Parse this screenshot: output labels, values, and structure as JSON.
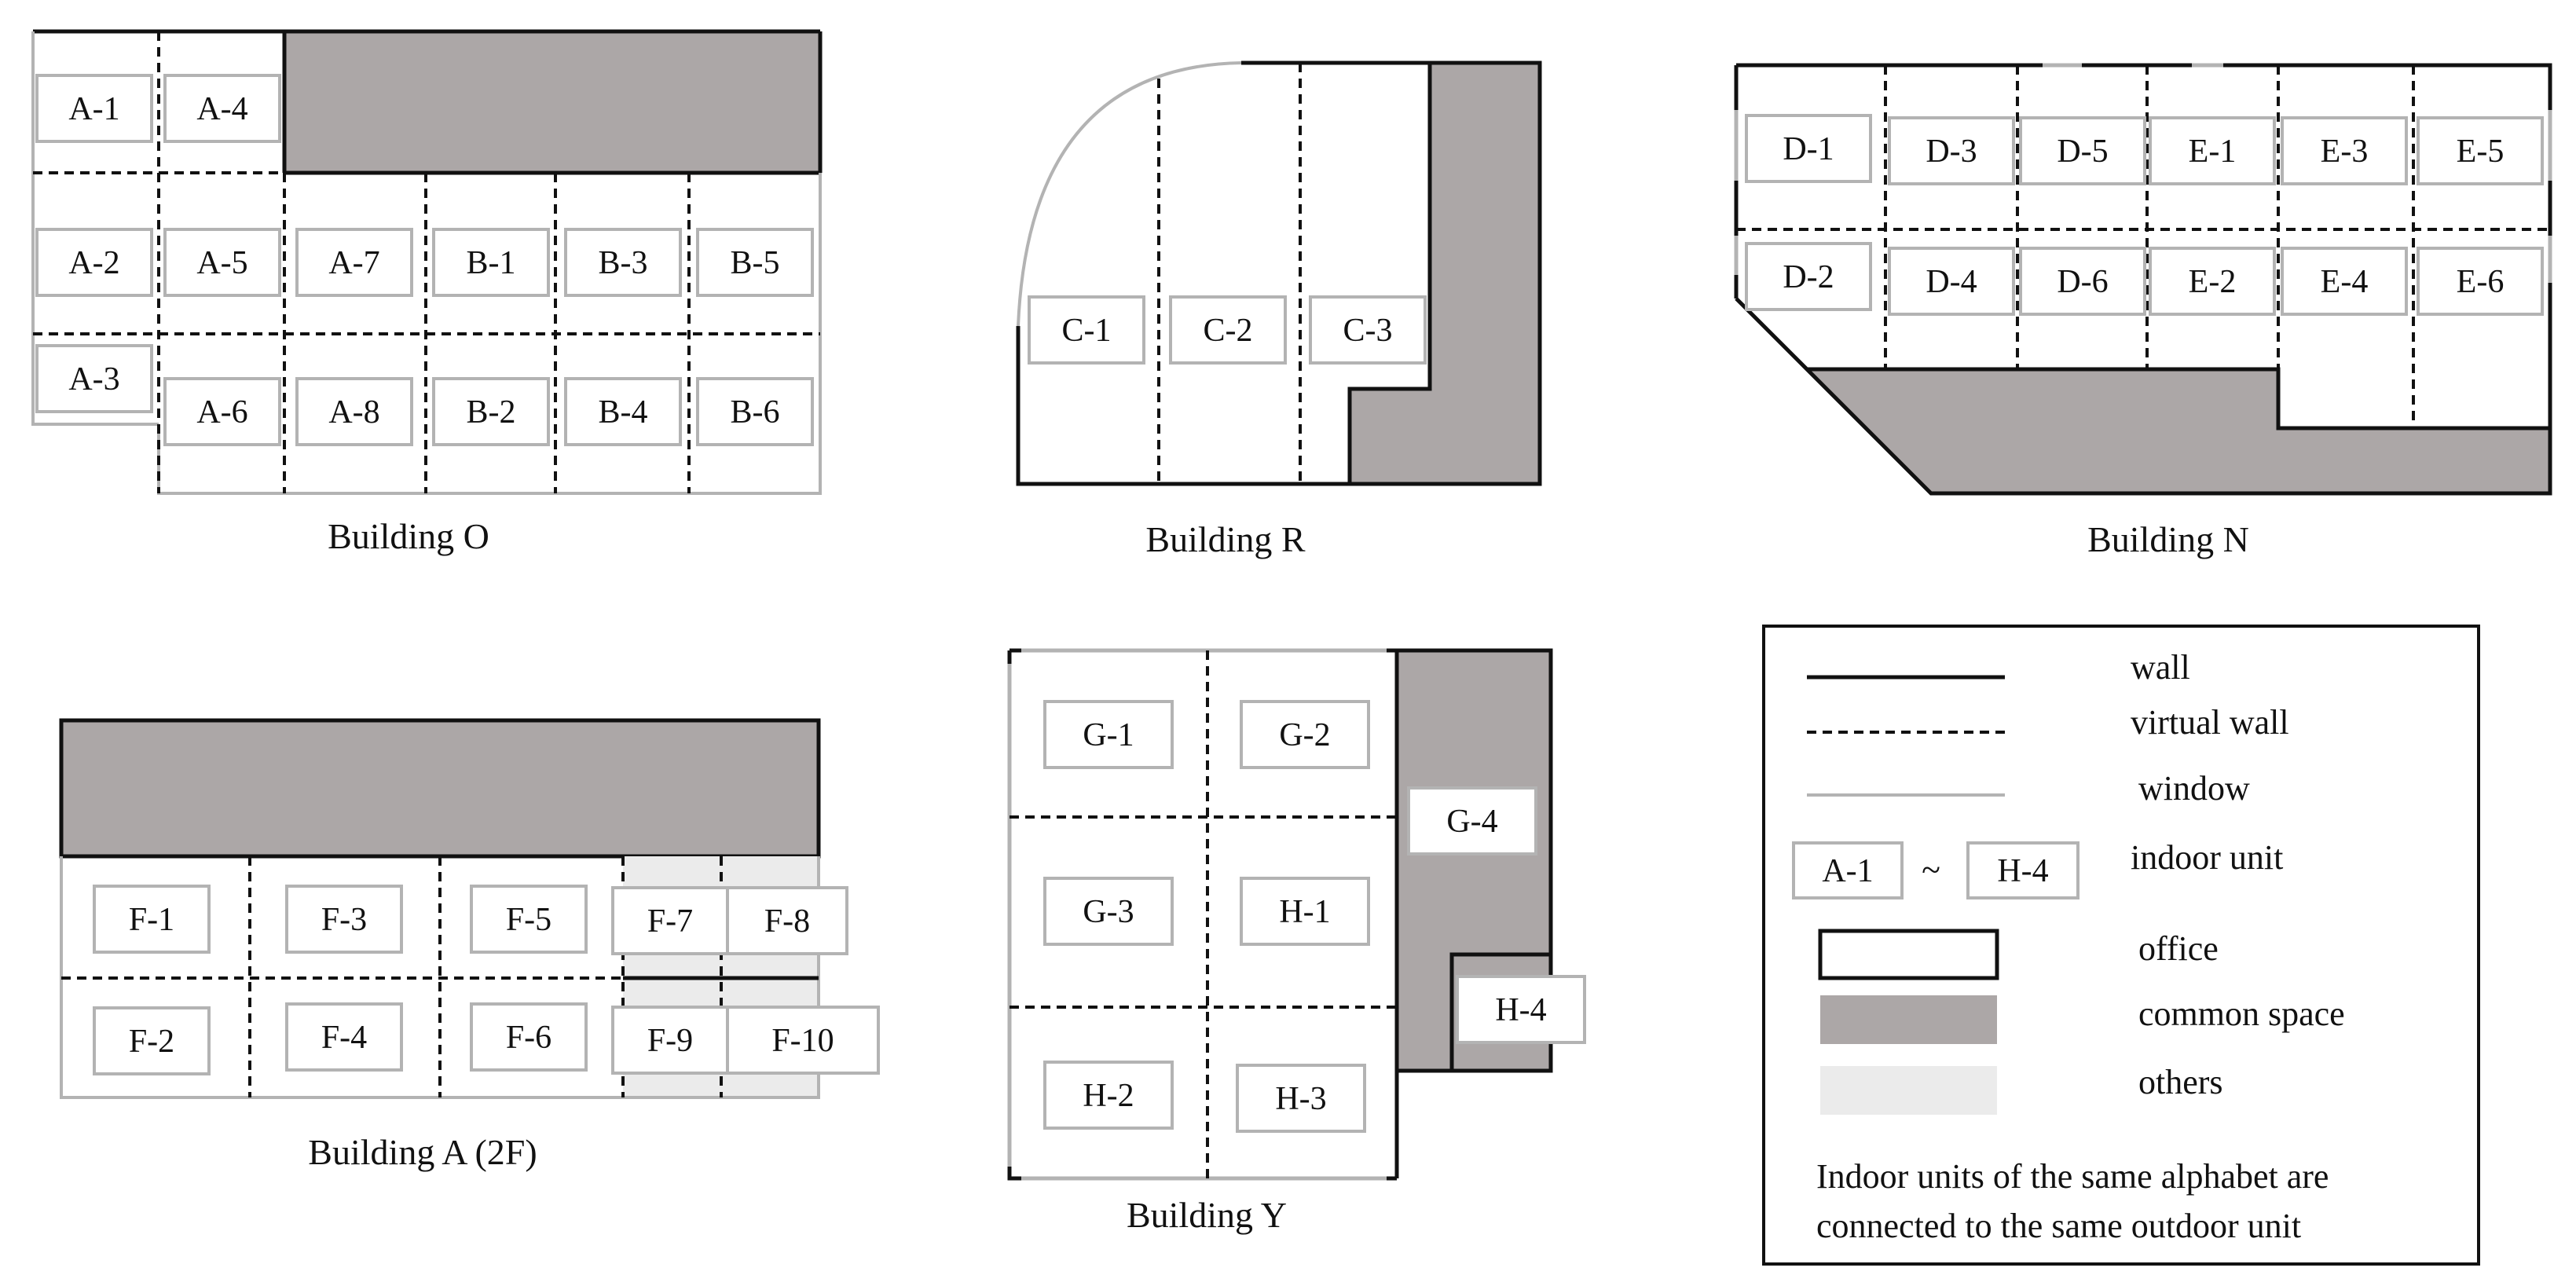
{
  "colors": {
    "wall": "#111111",
    "window": "#b3b3b3",
    "common_space": "#aca7a7",
    "others": "#ebebeb",
    "unit_border": "#b3b3b3",
    "text": "#111111"
  },
  "buildings": {
    "O": {
      "caption": "Building O",
      "units": [
        "A-1",
        "A-4",
        "A-2",
        "A-5",
        "A-7",
        "B-1",
        "B-3",
        "B-5",
        "A-3",
        "A-6",
        "A-8",
        "B-2",
        "B-4",
        "B-6"
      ]
    },
    "R": {
      "caption": "Building R",
      "units": [
        "C-1",
        "C-2",
        "C-3"
      ]
    },
    "N": {
      "caption": "Building N",
      "units": [
        "D-1",
        "D-3",
        "D-5",
        "E-1",
        "E-3",
        "E-5",
        "D-2",
        "D-4",
        "D-6",
        "E-2",
        "E-4",
        "E-6"
      ]
    },
    "A2F": {
      "caption": "Building A (2F)",
      "units": [
        "F-1",
        "F-3",
        "F-5",
        "F-7",
        "F-8",
        "F-2",
        "F-4",
        "F-6",
        "F-9",
        "F-10"
      ]
    },
    "Y": {
      "caption": "Building Y",
      "units": [
        "G-1",
        "G-2",
        "G-3",
        "H-1",
        "G-4",
        "H-4",
        "H-2",
        "H-3"
      ]
    }
  },
  "legend": {
    "wall": "wall",
    "virtual_wall": "virtual wall",
    "window": "window",
    "unit_from": "A-1",
    "tilde": "~",
    "unit_to": "H-4",
    "indoor_unit": "indoor unit",
    "office": "office",
    "common_space": "common space",
    "others": "others",
    "note_line1": "Indoor units of the same alphabet are",
    "note_line2": "connected to the same outdoor unit"
  }
}
